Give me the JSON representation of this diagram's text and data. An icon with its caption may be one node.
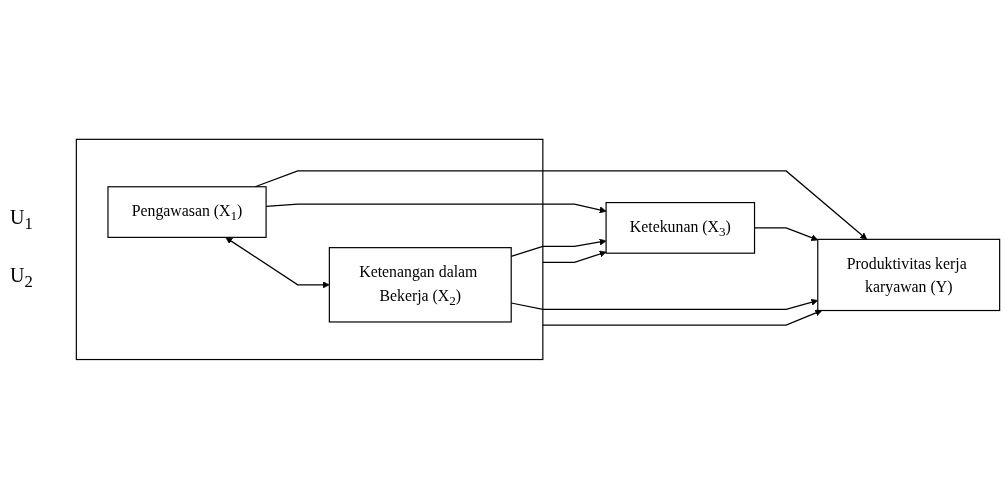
{
  "diagram": {
    "nodes": [
      {
        "text": [],
        "shape": "box"
      },
      {
        "text": [
          "Pengawasan (X$_{1}$)"
        ],
        "in": 0
      },
      {
        "text": [
          "Ketenangan dalam Bekerja (X$_{2}$)"
        ],
        "in": 0
      },
      {
        "text": [
          "Ketekunan (X$_{3}$)"
        ]
      },
      {
        "text": [
          "Produktivitas kerja karyawan (Y)"
        ]
      }
    ],
    "edges": [
      {
        "from": 0,
        "to": 4,
        "arrow": "to"
      },
      {
        "from": 0,
        "to": 3,
        "arrow": "to"
      },
      {
        "from": 1,
        "to": 2,
        "arrow": "both"
      },
      {
        "from": 1,
        "to": 3,
        "arrow": "to"
      },
      {
        "from": 1,
        "to": 4,
        "arrow": "to"
      },
      {
        "from": 2,
        "to": 3,
        "arrow": "to"
      },
      {
        "from": 3,
        "to": 4,
        "arrow": "to"
      },
      {
        "from": 2,
        "to": 4,
        "arrow": "to"
      }
    ],
    "labels": [
      "U$_{1}$",
      "U$_{2}$"
    ]
  }
}
